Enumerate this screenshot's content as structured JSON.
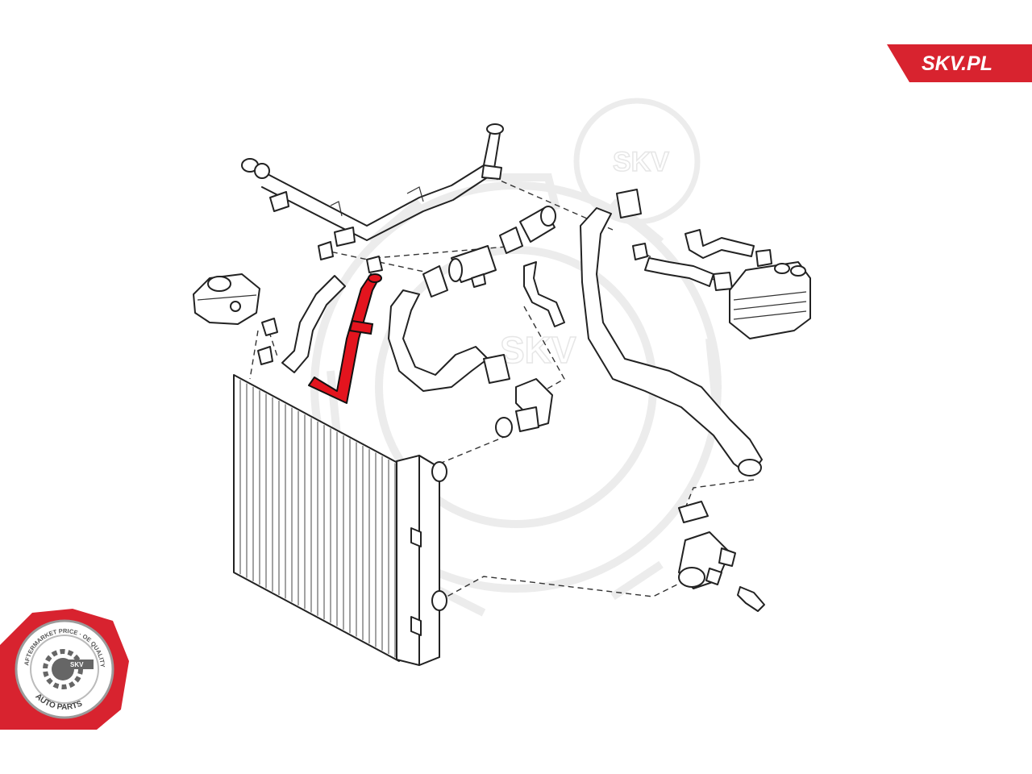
{
  "brand": {
    "site_label": "SKV.PL",
    "accent_color": "#d8232f"
  },
  "watermark": {
    "text": "SKV"
  },
  "seal": {
    "ring_text": "AFTERMARKET PRICE · OE QUALITY",
    "center_text": "SKV",
    "bottom_text": "AUTO PARTS"
  },
  "diagram": {
    "highlighted_part": "coolant-hose",
    "highlight_color": "#e3141e"
  }
}
